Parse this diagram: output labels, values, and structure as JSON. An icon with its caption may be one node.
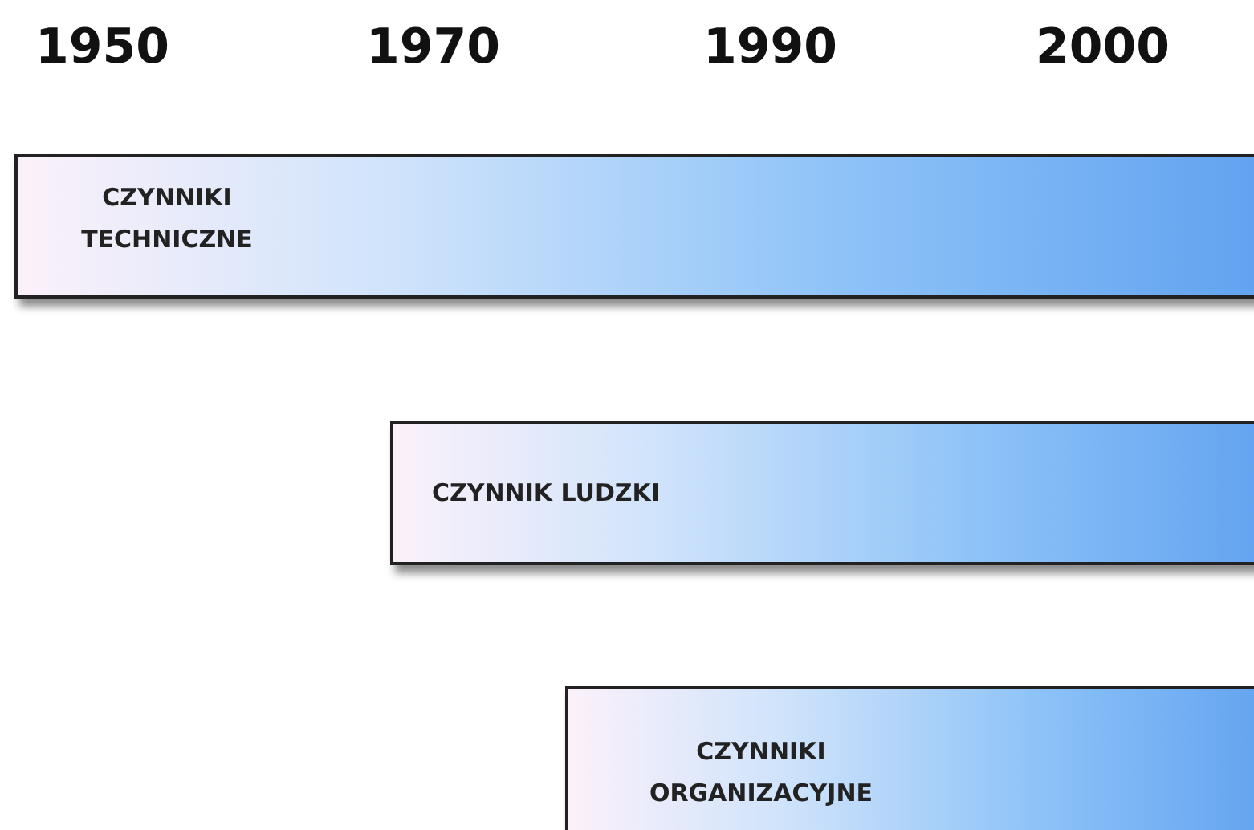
{
  "diagram": {
    "nodes": [
      {
        "text": [
          "CZYNNIKI TECHNICZNE"
        ]
      },
      {
        "text": [
          "CZYNNIK LUDZKI"
        ]
      },
      {
        "text": [
          "CZYNNIKI ORGANIZACYJNE"
        ]
      }
    ],
    "labels": [
      "1950",
      "1970",
      "1990",
      "2000"
    ]
  }
}
